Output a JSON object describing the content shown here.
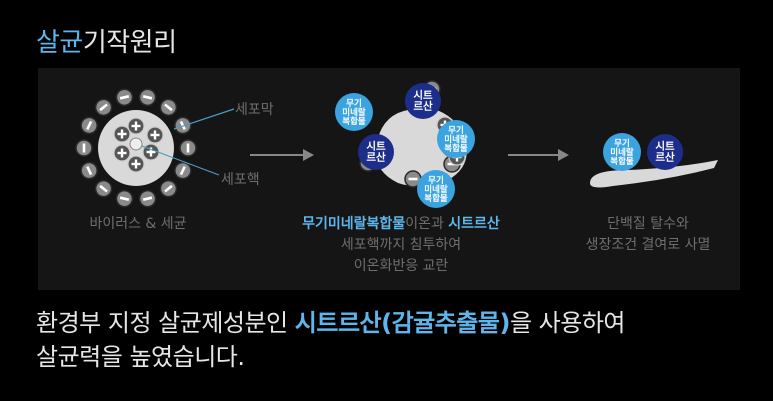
{
  "title": {
    "accent": "살균",
    "rest": "기작원리"
  },
  "diagram": {
    "membrane_label": "세포막",
    "nucleus_label": "세포핵",
    "step1_caption": "바이러스 & 세균",
    "step2_caption": {
      "mineral": "무기미네랄복합물",
      "mid": "이온과 ",
      "citric": "시트르산",
      "line2": "세포핵까지 침투하여",
      "line3": "이온화반응 교란"
    },
    "step3_caption": {
      "line1": "단백질 탈수와",
      "line2": "생장조건 결여로 사멸"
    },
    "mineral_bubble": [
      "무기",
      "미네랄",
      "복합물"
    ],
    "citric_bubble": [
      "시트",
      "르산"
    ]
  },
  "bottom": {
    "pre": "환경부 지정 살균제성분인 ",
    "highlight": "시트르산(감귤추출물)",
    "post": "을 사용하여",
    "line2": "살균력을 높였습니다."
  },
  "colors": {
    "accent": "#5fb6ec",
    "mineral": "#3aa3e0",
    "citric": "#1d2d8a",
    "panel": "#151515"
  }
}
